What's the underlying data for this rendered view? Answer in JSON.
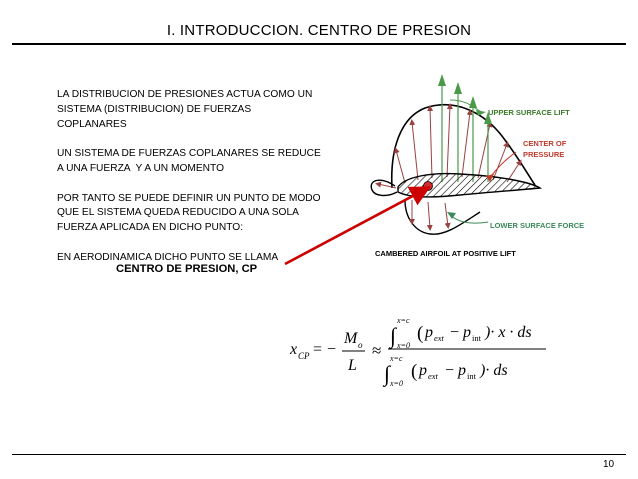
{
  "slide": {
    "title": "I. INTRODUCCION. CENTRO DE PRESION",
    "paragraphs": [
      [
        "LA DISTRIBUCION DE PRESIONES ACTUA COMO UN",
        "SISTEMA (DISTRIBUCION) DE FUERZAS",
        "COPLANARES"
      ],
      [
        "UN SISTEMA DE FUERZAS COPLANARES SE REDUCE",
        "A UNA FUERZA  Y A UN MOMENTO"
      ],
      [
        "POR TANTO SE PUEDE DEFINIR UN PUNTO DE MODO",
        "QUE EL SISTEMA QUEDA REDUCIDO A UNA SOLA",
        "FUERZA APLICADA EN DICHO PUNTO:"
      ],
      [
        "EN AERODINAMICA DICHO PUNTO SE LLAMA"
      ]
    ],
    "callout": "CENTRO DE PRESION, CP",
    "page_number": "10"
  },
  "figure": {
    "labels": {
      "upper": "UPPER SURFACE LIFT",
      "center_1": "CENTER OF",
      "center_2": "PRESSURE",
      "lower": "LOWER SURFACE FORCE",
      "caption": "CAMBERED AIRFOIL AT POSITIVE LIFT"
    },
    "colors": {
      "upper_label": "#3a7a2a",
      "center_label": "#c0392b",
      "lower_label": "#3a8a5a",
      "arrow_red": "#cc0000",
      "pressure_arrow": "#9a4040",
      "lift_arrow": "#4a9a4a"
    }
  },
  "equation": {
    "lhs": "x",
    "lhs_sub": "CP",
    "equals": "=",
    "minus": "−",
    "frac_num": "M",
    "frac_num_sub": "o",
    "frac_den": "L",
    "approx": "≈",
    "upper_limit": "x=c",
    "lower_limit": "x=0",
    "int": "∫",
    "num_paren_open": "(",
    "p": "p",
    "ext": "ext",
    "int_sub": "int",
    "num_tail": ")· x · ds",
    "den_tail": ")· ds"
  }
}
